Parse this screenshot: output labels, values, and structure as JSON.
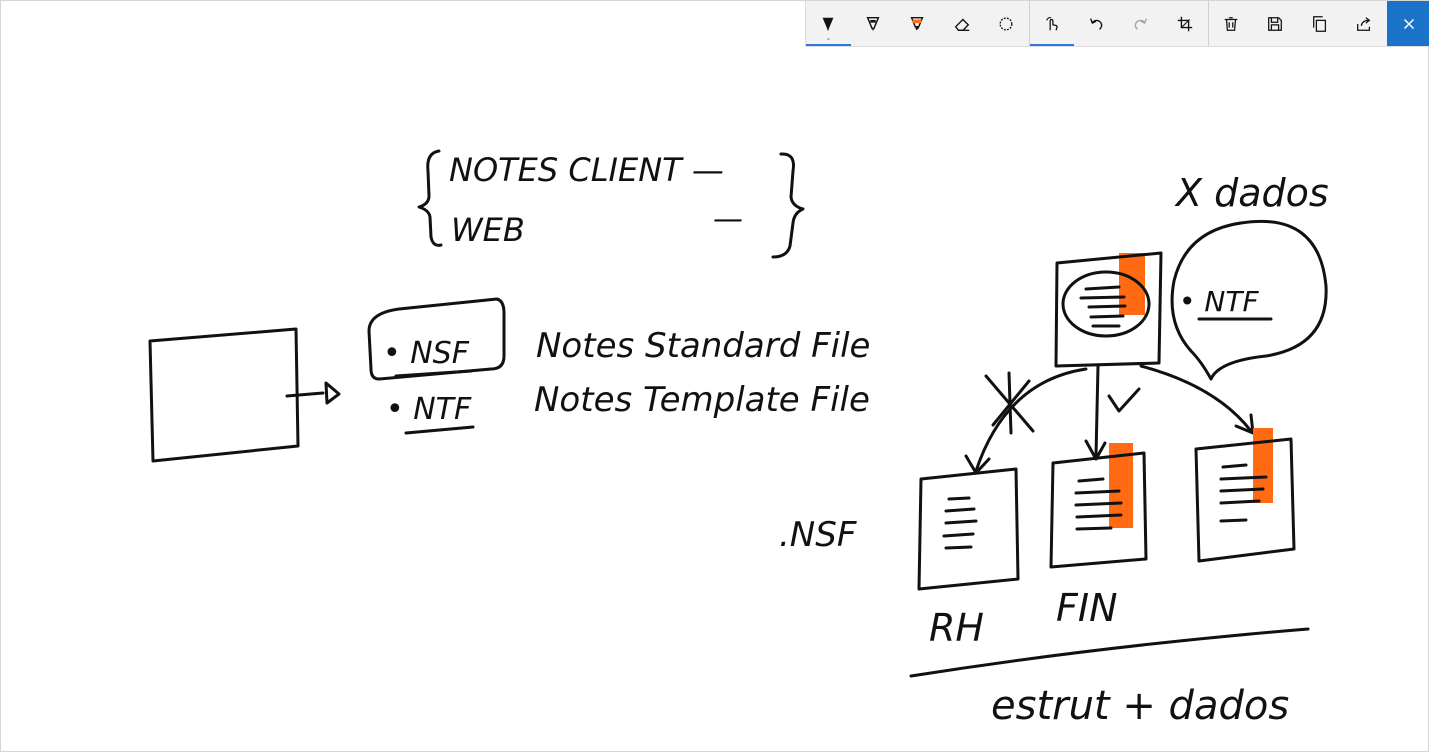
{
  "toolbar": {
    "tools": [
      {
        "name": "Ballpoint pen",
        "icon": "ballpoint-pen-icon",
        "active": true
      },
      {
        "name": "Pencil",
        "icon": "pencil-icon"
      },
      {
        "name": "Highlighter",
        "icon": "highlighter-icon",
        "color": "#ff6a13"
      },
      {
        "name": "Eraser",
        "icon": "eraser-icon"
      },
      {
        "name": "Lasso select",
        "icon": "lasso-icon"
      },
      {
        "name": "Touch writing",
        "icon": "touch-writing-icon",
        "active": true
      },
      {
        "name": "Undo",
        "icon": "undo-icon"
      },
      {
        "name": "Redo",
        "icon": "redo-icon",
        "disabled": true
      },
      {
        "name": "Crop",
        "icon": "crop-icon"
      },
      {
        "name": "Delete",
        "icon": "delete-icon"
      },
      {
        "name": "Save",
        "icon": "save-icon"
      },
      {
        "name": "Copy",
        "icon": "copy-icon"
      },
      {
        "name": "Share",
        "icon": "share-icon"
      },
      {
        "name": "Close",
        "icon": "close-icon"
      }
    ],
    "accent": "#2a7ad8",
    "close_bg": "#1a73c8"
  },
  "ink": {
    "bracket_line1": "NOTES CLIENT —",
    "bracket_line2": "WEB",
    "nsf_ext": "• NSF",
    "nsf_desc": "Notes Standard File",
    "ntf_ext": "• NTF",
    "ntf_desc": "Notes Template File",
    "x_dados": "X dados",
    "ntf_circle": "• NTF",
    "nsf_label": ".NSF",
    "rh": "RH",
    "fin": "FIN",
    "estrut": "estrut + dados",
    "highlight_color": "#ff6a13"
  }
}
